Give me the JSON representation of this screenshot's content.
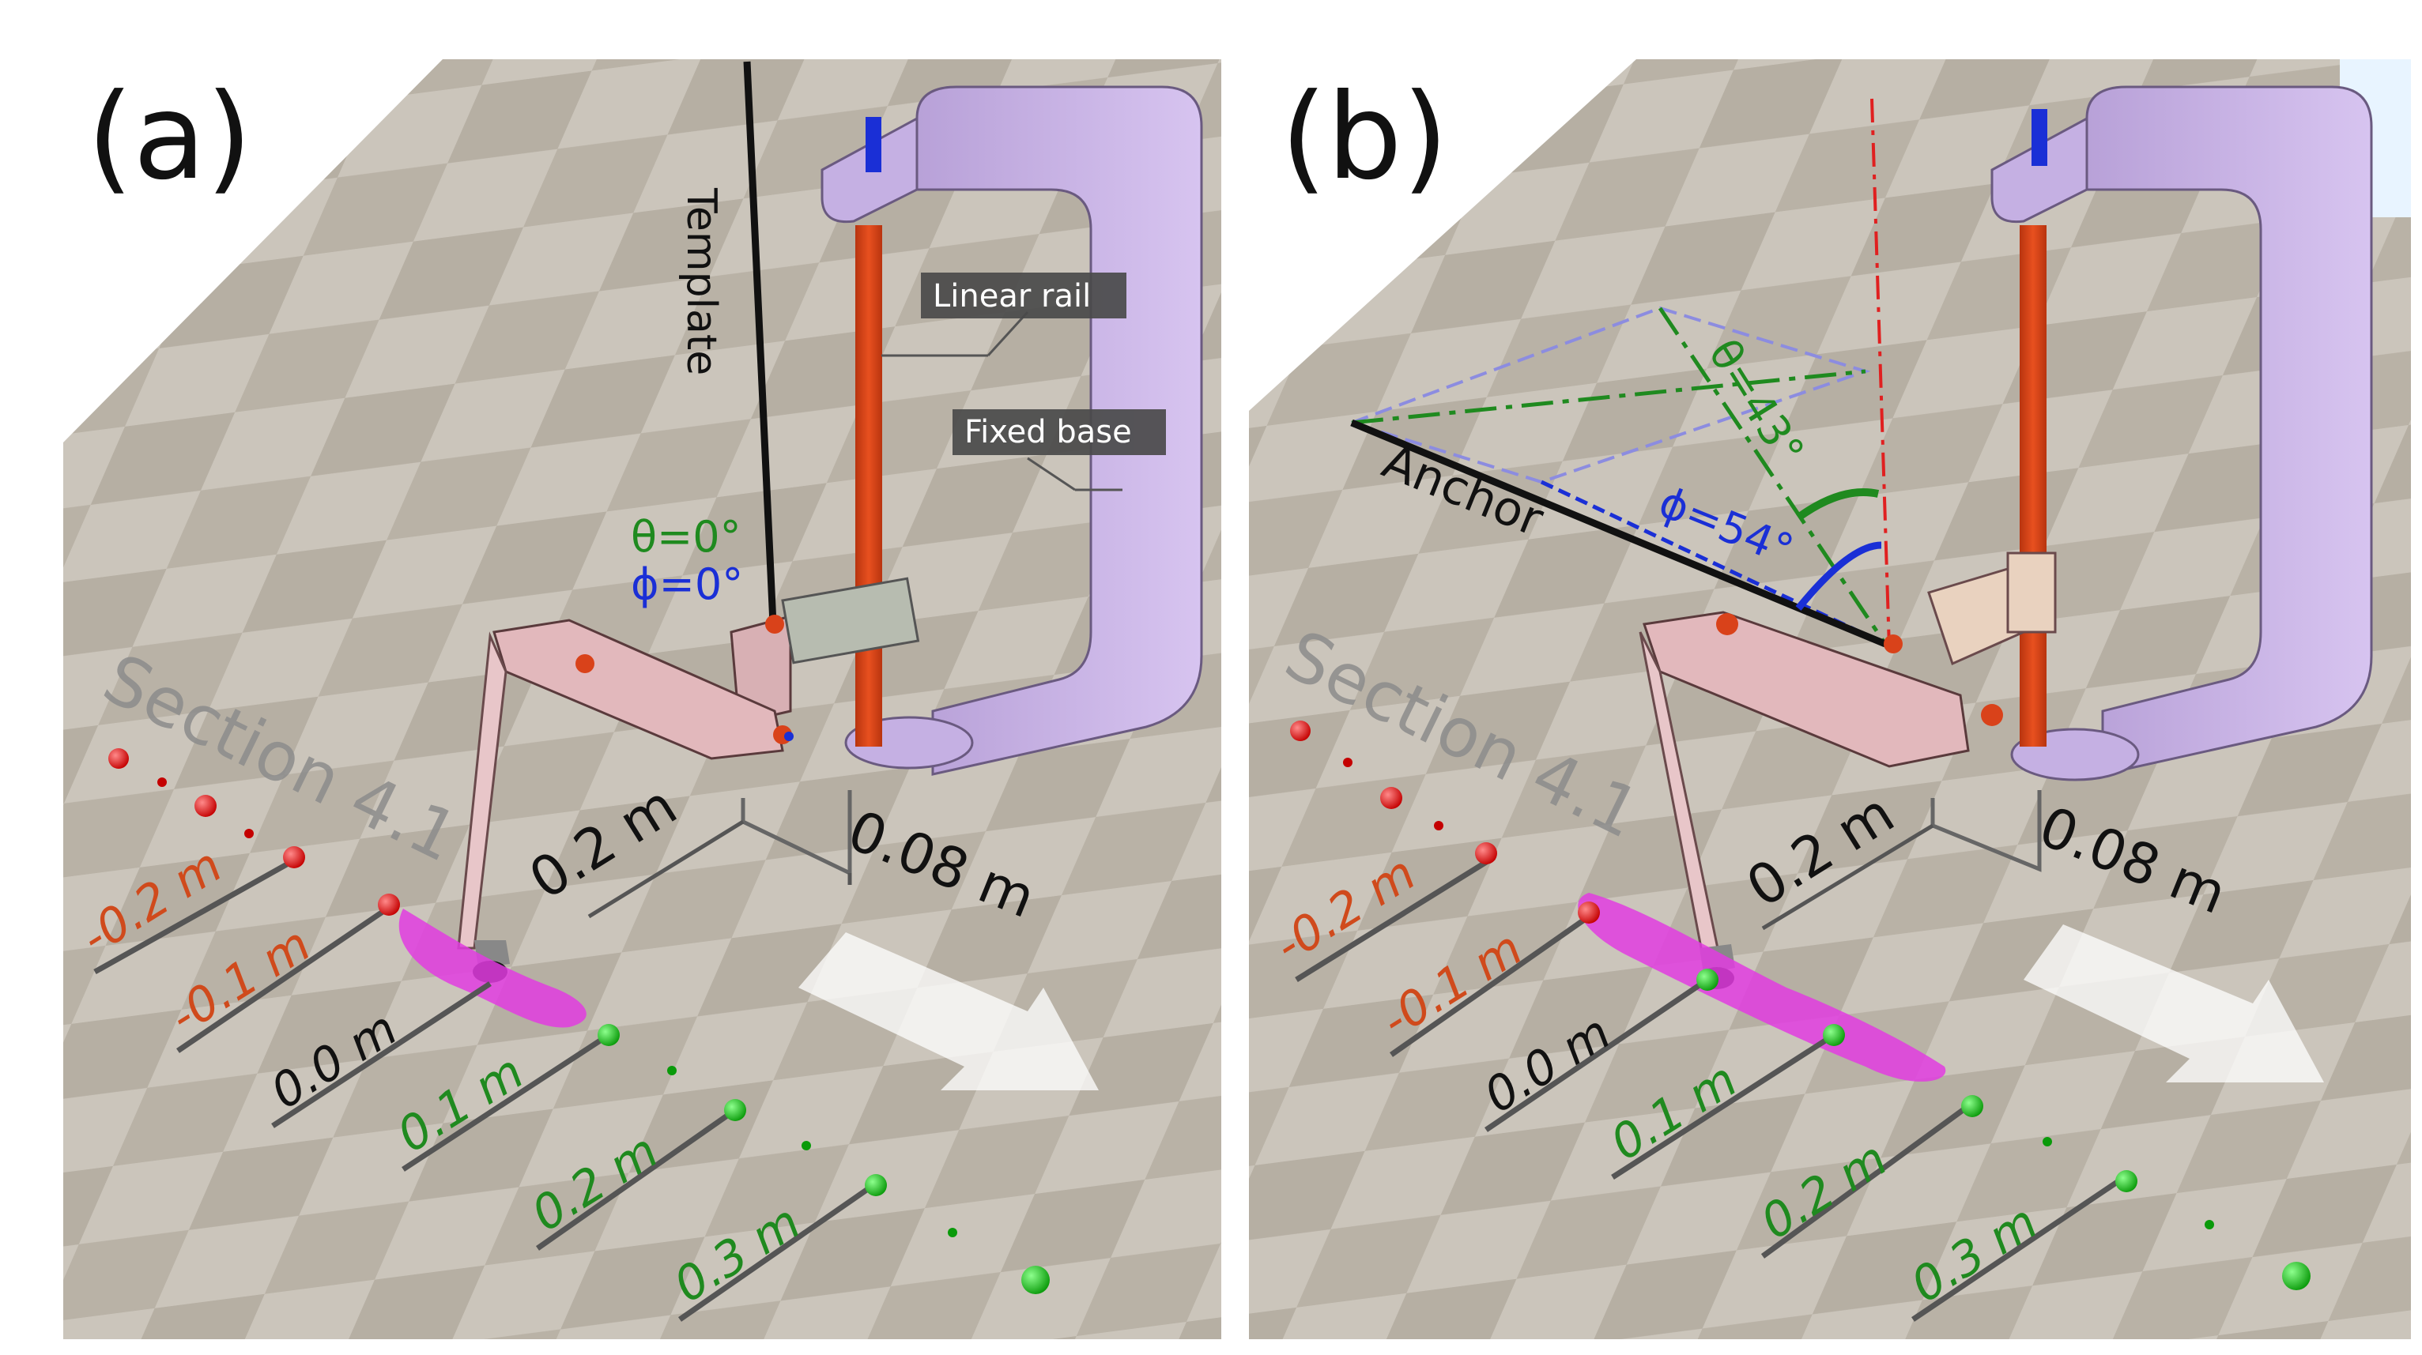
{
  "panels": {
    "a": {
      "label": "(a)",
      "template_label": "Template",
      "linear_rail_label": "Linear rail",
      "fixed_base_label": "Fixed base",
      "theta_label": "θ=0°",
      "phi_label": "ϕ=0°",
      "section_label": "Section 4.1",
      "dim_02": "0.2 m",
      "dim_008": "0.08 m",
      "ticks": [
        {
          "text": "-0.2 m",
          "color": "#d04a1c"
        },
        {
          "text": "-0.1 m",
          "color": "#d04a1c"
        },
        {
          "text": "0.0 m",
          "color": "#111111"
        },
        {
          "text": "0.1 m",
          "color": "#1f8a1f"
        },
        {
          "text": "0.2 m",
          "color": "#1f8a1f"
        },
        {
          "text": "0.3 m",
          "color": "#1f8a1f"
        }
      ]
    },
    "b": {
      "label": "(b)",
      "anchor_label": "Anchor",
      "theta_label": "θ=43°",
      "phi_label": "ϕ=54°",
      "section_label": "Section 4.1",
      "dim_02": "0.2 m",
      "dim_008": "0.08 m",
      "ticks": [
        {
          "text": "-0.2 m",
          "color": "#d04a1c"
        },
        {
          "text": "-0.1 m",
          "color": "#d04a1c"
        },
        {
          "text": "0.0 m",
          "color": "#111111"
        },
        {
          "text": "0.1 m",
          "color": "#1f8a1f"
        },
        {
          "text": "0.2 m",
          "color": "#1f8a1f"
        },
        {
          "text": "0.3 m",
          "color": "#1f8a1f"
        }
      ]
    }
  },
  "colors": {
    "theta": "#1f8a1f",
    "phi": "#1a2fd6",
    "negative_tick": "#d04a1c",
    "positive_tick": "#1f8a1f",
    "base": "#c9b3e6",
    "rail": "#d9421a",
    "arm": "#e2b8bc",
    "marker": "#e23ce0"
  }
}
